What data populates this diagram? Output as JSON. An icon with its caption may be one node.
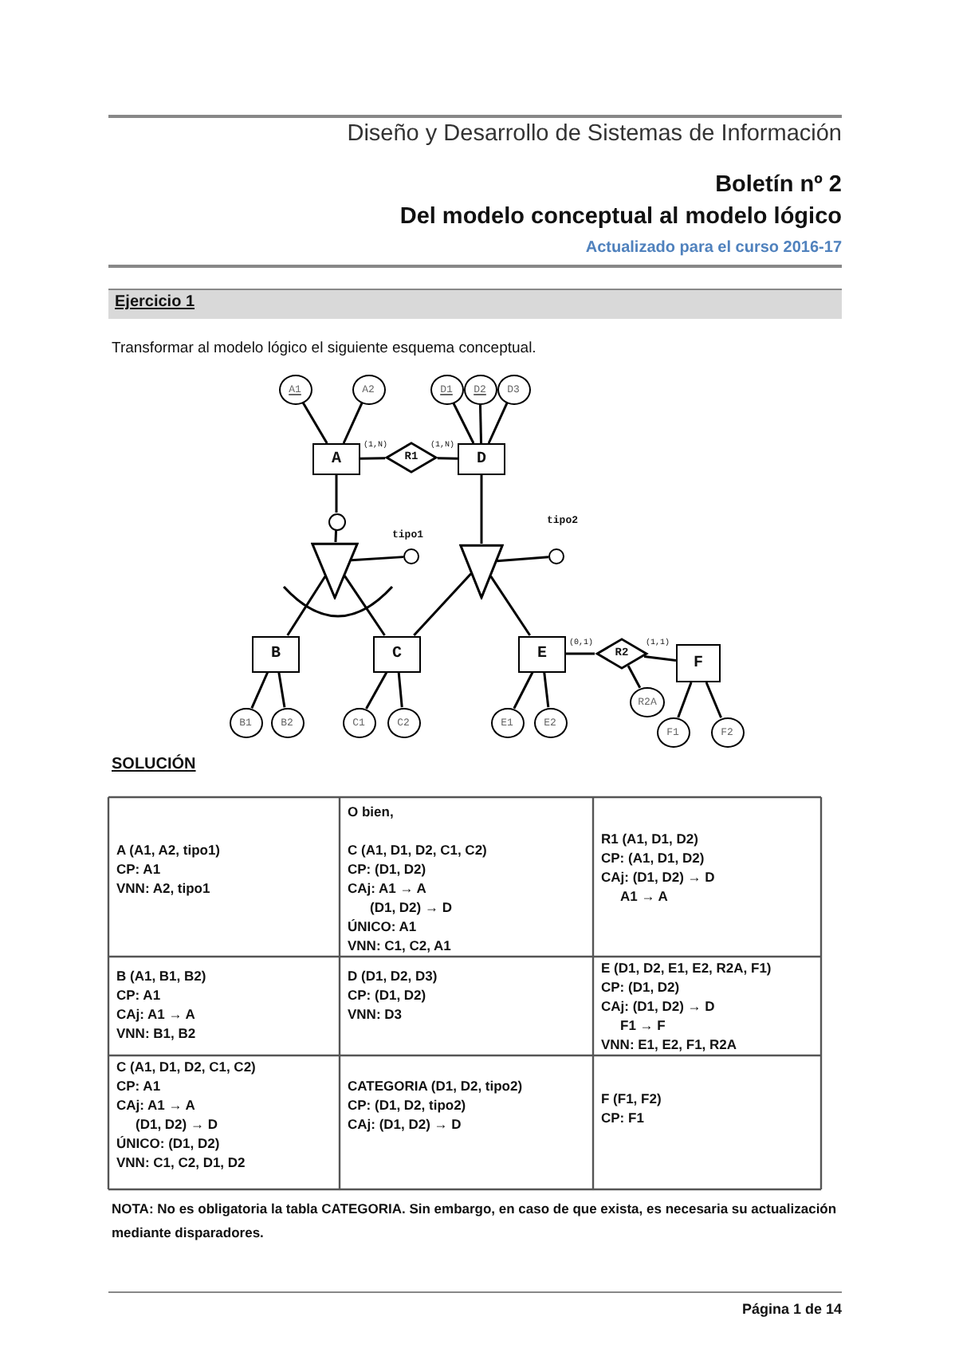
{
  "diagram": {
    "nodes": [
      {
        "text": [
          "A1"
        ]
      },
      {
        "text": [
          "A2"
        ]
      },
      {
        "text": [
          "D1"
        ]
      },
      {
        "text": [
          "D2"
        ]
      },
      {
        "text": [
          "D3"
        ]
      },
      {
        "text": [
          "A"
        ]
      },
      {
        "text": [
          "R1"
        ]
      },
      {
        "text": [
          "D"
        ]
      },
      {
        "text": [],
        "shape": "circle"
      },
      {
        "text": [],
        "shape": "triangle"
      },
      {
        "text": [],
        "shape": "circle",
        "beside": [
          "tipo1"
        ]
      },
      {
        "text": [],
        "shape": "triangle"
      },
      {
        "text": [],
        "shape": "circle",
        "beside": [
          "tipo2"
        ]
      },
      {
        "text": [
          "B"
        ]
      },
      {
        "text": [
          "C"
        ]
      },
      {
        "text": [
          "E"
        ]
      },
      {
        "text": [
          "R2"
        ]
      },
      {
        "text": [
          "F"
        ]
      },
      {
        "text": [
          "B1"
        ]
      },
      {
        "text": [
          "B2"
        ]
      },
      {
        "text": [
          "C1"
        ]
      },
      {
        "text": [
          "C2"
        ]
      },
      {
        "text": [
          "E1"
        ]
      },
      {
        "text": [
          "E2"
        ]
      },
      {
        "text": [
          "R2A"
        ]
      },
      {
        "text": [
          "F1"
        ]
      },
      {
        "text": [
          "F2"
        ]
      }
    ],
    "edges": [
      {
        "from": 0,
        "to": 5,
        "arrow": "none"
      },
      {
        "from": 1,
        "to": 5,
        "arrow": "none"
      },
      {
        "from": 2,
        "to": 7,
        "arrow": "none"
      },
      {
        "from": 3,
        "to": 7,
        "arrow": "none"
      },
      {
        "from": 4,
        "to": 7,
        "arrow": "none"
      },
      {
        "from": 5,
        "to": 6,
        "label": "(1,N)",
        "arrow": "none"
      },
      {
        "from": 6,
        "to": 7,
        "label": "(1,N)",
        "arrow": "none"
      },
      {
        "from": 5,
        "to": 8,
        "arrow": "none"
      },
      {
        "from": 8,
        "to": 9,
        "arrow": "none"
      },
      {
        "from": 9,
        "to": 10,
        "arrow": "none"
      },
      {
        "from": 9,
        "to": 13,
        "arrow": "none"
      },
      {
        "from": 9,
        "to": 14,
        "arrow": "none"
      },
      {
        "from": 7,
        "to": 11,
        "arrow": "none"
      },
      {
        "from": 11,
        "to": 12,
        "arrow": "none"
      },
      {
        "from": 11,
        "to": 14,
        "arrow": "none"
      },
      {
        "from": 11,
        "to": 15,
        "arrow": "none"
      },
      {
        "from": 15,
        "to": 16,
        "label": "(0,1)",
        "arrow": "none"
      },
      {
        "from": 16,
        "to": 17,
        "label": "(1,1)",
        "arrow": "none"
      },
      {
        "from": 16,
        "to": 24,
        "arrow": "none"
      },
      {
        "from": 13,
        "to": 18,
        "arrow": "none"
      },
      {
        "from": 13,
        "to": 19,
        "arrow": "none"
      },
      {
        "from": 14,
        "to": 20,
        "arrow": "none"
      },
      {
        "from": 14,
        "to": 21,
        "arrow": "none"
      },
      {
        "from": 15,
        "to": 22,
        "arrow": "none"
      },
      {
        "from": 15,
        "to": 23,
        "arrow": "none"
      },
      {
        "from": 17,
        "to": 25,
        "arrow": "none"
      },
      {
        "from": 17,
        "to": 26,
        "arrow": "none"
      }
    ],
    "labels": [
      "Diseño y Desarrollo de Sistemas de Información",
      "Boletín nº 2",
      "Del modelo conceptual al modelo lógico",
      "Actualizado para el curso 2016-17",
      "Ejercicio 1",
      "Transformar al modelo lógico el siguiente esquema conceptual.",
      "SOLUCIÓN",
      "A (A1, A2, tipo1)",
      "CP: A1",
      "VNN: A2, tipo1",
      "O bien,",
      "C (A1, D1, D2, C1, C2)",
      "CP: (D1, D2)",
      "CAj: A1 → A",
      "(D1, D2) → D",
      "ÚNICO: A1",
      "VNN: C1, C2, A1",
      "R1 (A1, D1, D2)",
      "CP: (A1, D1, D2)",
      "CAj: (D1, D2) → D",
      "A1 → A",
      "B (A1, B1, B2)",
      "CP: A1",
      "CAj: A1 → A",
      "VNN: B1, B2",
      "D (D1, D2, D3)",
      "CP: (D1, D2)",
      "VNN: D3",
      "E (D1, D2, E1, E2, R2A, F1)",
      "CP: (D1, D2)",
      "CAj: (D1, D2) → D",
      "F1 → F",
      "VNN: E1, E2, F1, R2A",
      "C (A1, D1, D2, C1, C2)",
      "CP: A1",
      "CAj: A1 → A",
      "(D1, D2) → D",
      "ÚNICO: (D1, D2)",
      "VNN: C1, C2, D1, D2",
      "CATEGORIA (D1, D2, tipo2)",
      "CP: (D1, D2, tipo2)",
      "CAj: (D1, D2) → D",
      "F (F1, F2)",
      "CP: F1",
      "NOTA: No es obligatoria la tabla CATEGORIA. Sin embargo, en caso de que exista, es necesaria su actualización mediante disparadores.",
      "Página 1 de 14"
    ]
  }
}
